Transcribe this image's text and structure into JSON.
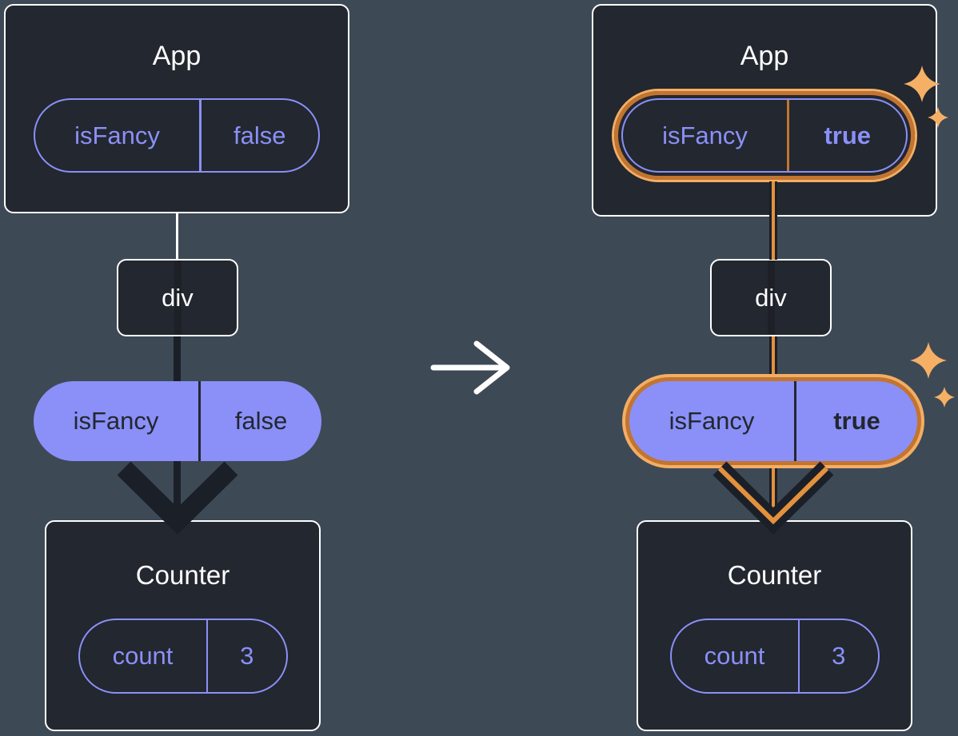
{
  "colors": {
    "background": "#3E4956",
    "card_fill": "#23272F",
    "card_border": "#FFFFFF",
    "state_purple": "#8A90F8",
    "prop_pill_fill": "#8A90F8",
    "pill_dark_text": "#23272F",
    "highlight_orange": "#C27431",
    "highlight_orange_light": "#F3AE63",
    "flow_line_dark": "#1B1F28",
    "flow_line_orange": "#E3913D",
    "sparkle": "#F5B066",
    "transition_arrow": "#FFFFFF"
  },
  "trees": {
    "left": {
      "app": {
        "title": "App",
        "state_key": "isFancy",
        "state_value": "false"
      },
      "div_label": "div",
      "prop_key": "isFancy",
      "prop_value": "false",
      "counter": {
        "title": "Counter",
        "state_key": "count",
        "state_value": "3"
      }
    },
    "right": {
      "app": {
        "title": "App",
        "state_key": "isFancy",
        "state_value": "true"
      },
      "div_label": "div",
      "prop_key": "isFancy",
      "prop_value": "true",
      "counter": {
        "title": "Counter",
        "state_key": "count",
        "state_value": "3"
      }
    }
  },
  "icons": {
    "sparkle": "four-point-star",
    "transition": "right-arrow",
    "arrowhead": "down-chevron"
  }
}
